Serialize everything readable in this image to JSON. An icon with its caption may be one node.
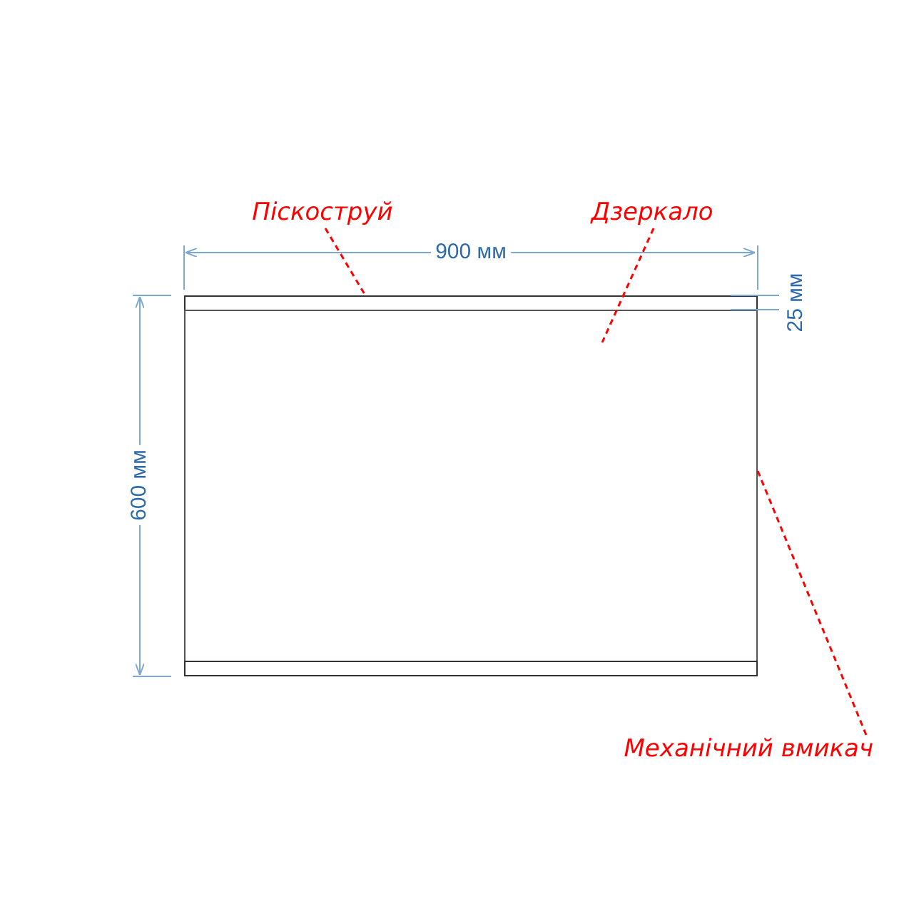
{
  "diagram": {
    "nodes": [
      {
        "text": [
          "Піскоструй"
        ]
      },
      {
        "text": [
          "Дзеркало"
        ]
      },
      {
        "text": [
          "Механічний вмикач"
        ]
      },
      {
        "text": [],
        "shape": "bar"
      },
      {
        "text": [],
        "shape": "box"
      },
      {
        "text": [],
        "shape": "bar"
      }
    ],
    "edges": [
      {
        "from": 0,
        "to": 3,
        "arrow": "none",
        "style": "dashed"
      },
      {
        "from": 1,
        "to": 4,
        "arrow": "none",
        "style": "dashed"
      },
      {
        "from": 2,
        "to": 4,
        "arrow": "none",
        "style": "dashed"
      }
    ],
    "labels": [
      "900 мм",
      "25 мм",
      "600 мм"
    ]
  }
}
